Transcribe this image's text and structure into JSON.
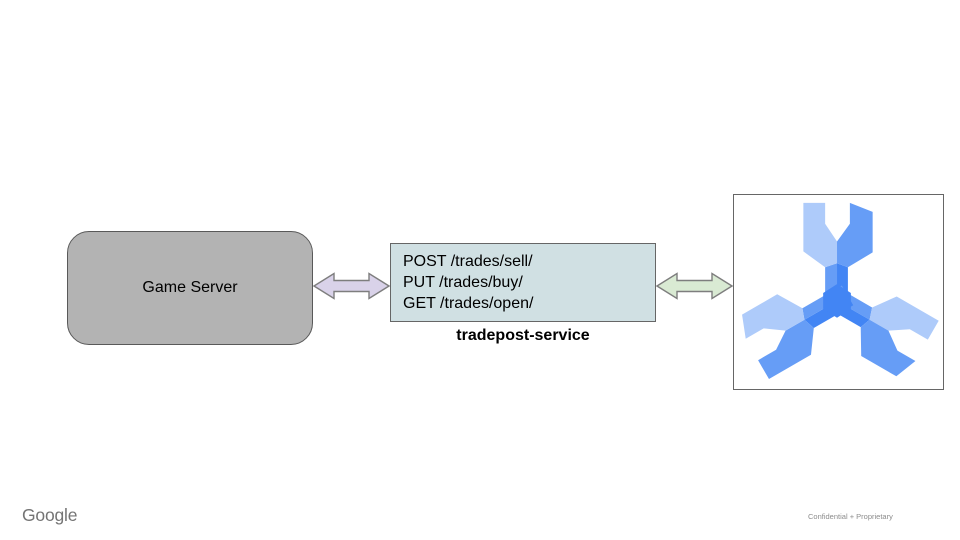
{
  "nodes": {
    "game_server": {
      "label": "Game Server",
      "fill": "#b3b3b3",
      "border": "#595959"
    },
    "service": {
      "lines": [
        "POST /trades/sell/",
        "PUT /trades/buy/",
        "GET /trades/open/"
      ],
      "caption": "tradepost-service",
      "fill": "#d0e0e3",
      "border": "#666666"
    },
    "spanner": {
      "icon": "cloud-spanner-icon",
      "frame_border": "#666666",
      "colors": {
        "light": "#aecbfa",
        "medium": "#669df6",
        "dark": "#4285f4"
      }
    }
  },
  "arrows": {
    "game_to_service": {
      "direction": "bidirectional",
      "fill": "#d9d2e9",
      "stroke": "#7e7e7e"
    },
    "service_to_spanner": {
      "direction": "bidirectional",
      "fill": "#d9ead3",
      "stroke": "#7e7e7e"
    }
  },
  "footer": {
    "logo": "Google",
    "note": "Confidential + Proprietary"
  }
}
